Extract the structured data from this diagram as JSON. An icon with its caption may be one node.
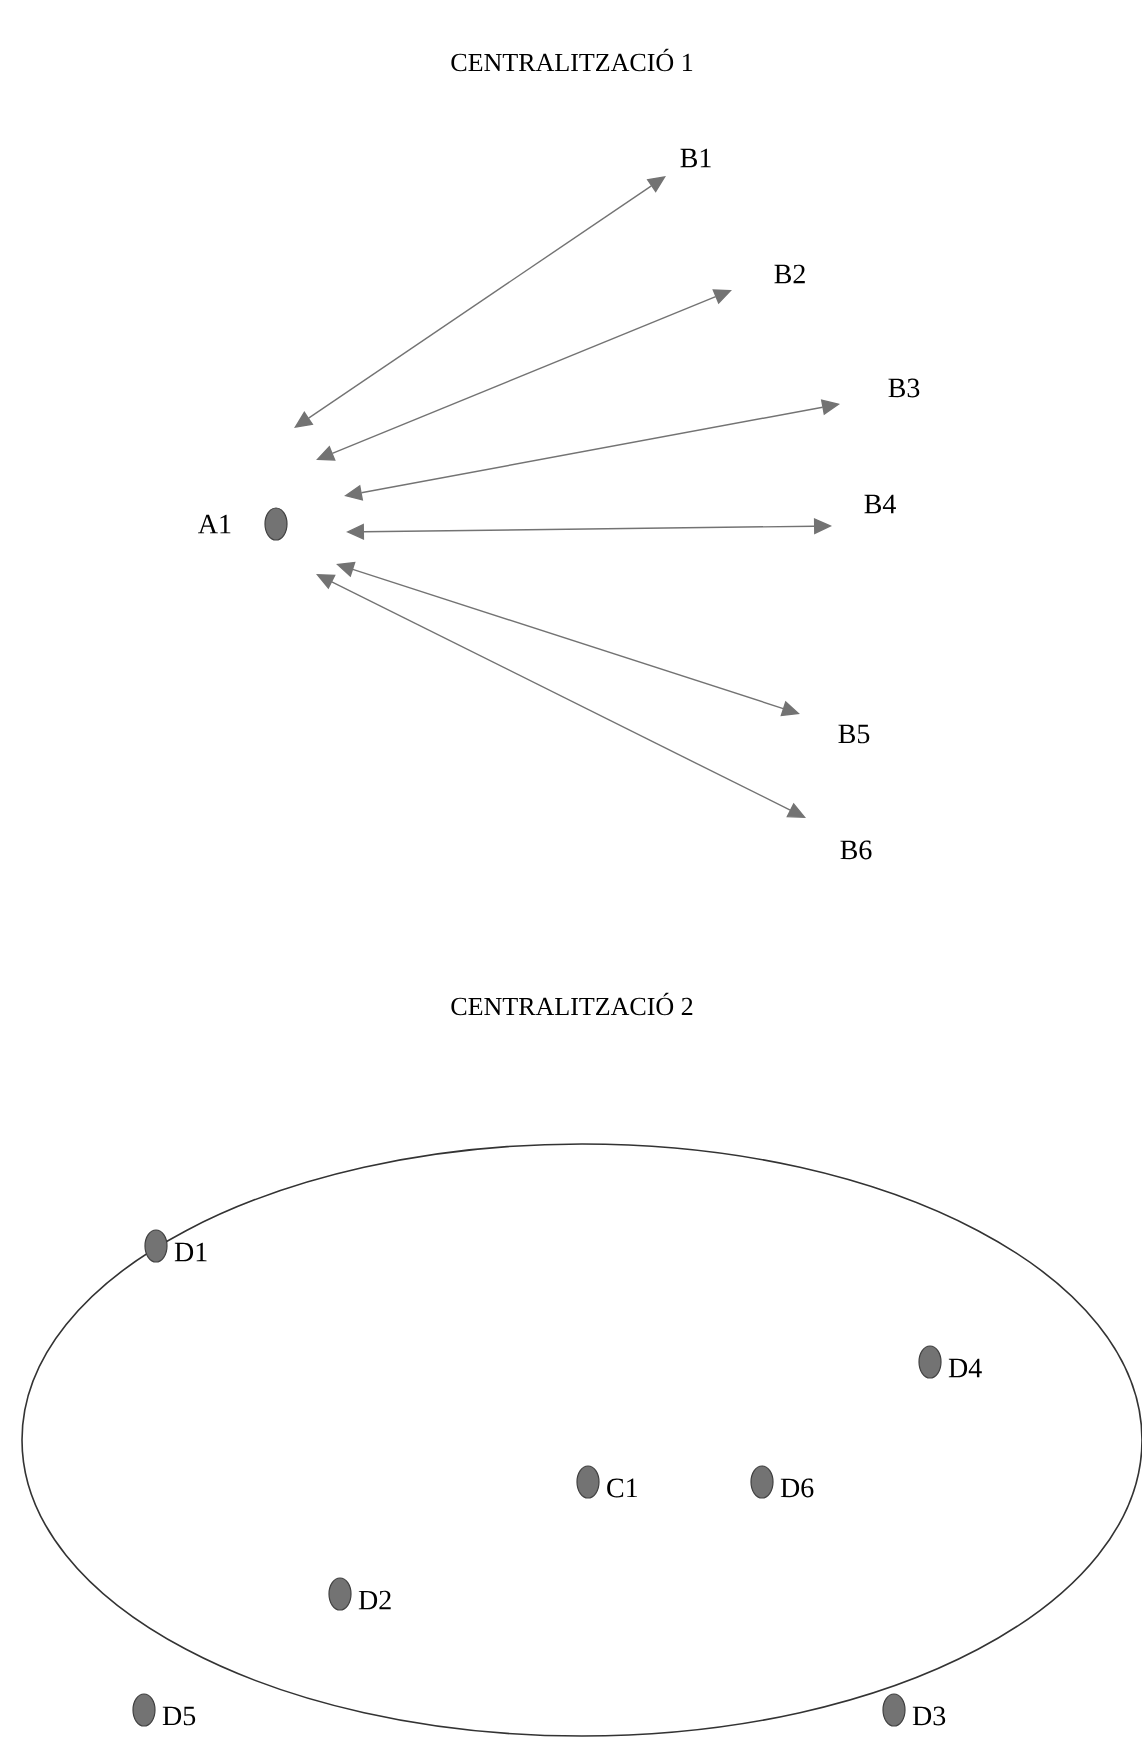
{
  "diagram": {
    "title": "CENTRALITZACIÓ 1",
    "nodes": [
      {
        "text": [],
        "shape": "circle",
        "beside": [
          "A1"
        ]
      },
      {
        "text": [
          "B1"
        ]
      },
      {
        "text": [
          "B2"
        ]
      },
      {
        "text": [
          "B3"
        ]
      },
      {
        "text": [
          "B4"
        ]
      },
      {
        "text": [
          "B5"
        ]
      },
      {
        "text": [
          "B6"
        ]
      },
      {
        "text": [],
        "shape": "ellipse"
      },
      {
        "text": [],
        "shape": "circle",
        "beside": [
          "D1"
        ]
      },
      {
        "text": [],
        "shape": "circle",
        "beside": [
          "D4"
        ],
        "in": 7
      },
      {
        "text": [],
        "shape": "circle",
        "beside": [
          "C1"
        ],
        "in": 7
      },
      {
        "text": [],
        "shape": "circle",
        "beside": [
          "D6"
        ],
        "in": 7
      },
      {
        "text": [],
        "shape": "circle",
        "beside": [
          "D2"
        ],
        "in": 7
      },
      {
        "text": [],
        "shape": "circle",
        "beside": [
          "D5"
        ]
      },
      {
        "text": [],
        "shape": "circle",
        "beside": [
          "D3"
        ]
      }
    ],
    "edges": [
      {
        "from": 0,
        "to": 1,
        "arrow": "both"
      },
      {
        "from": 0,
        "to": 2,
        "arrow": "both"
      },
      {
        "from": 0,
        "to": 3,
        "arrow": "both"
      },
      {
        "from": 0,
        "to": 4,
        "arrow": "both"
      },
      {
        "from": 0,
        "to": 5,
        "arrow": "both"
      },
      {
        "from": 0,
        "to": 6,
        "arrow": "both"
      }
    ],
    "labels": [
      "CENTRALITZACIÓ 2"
    ]
  }
}
